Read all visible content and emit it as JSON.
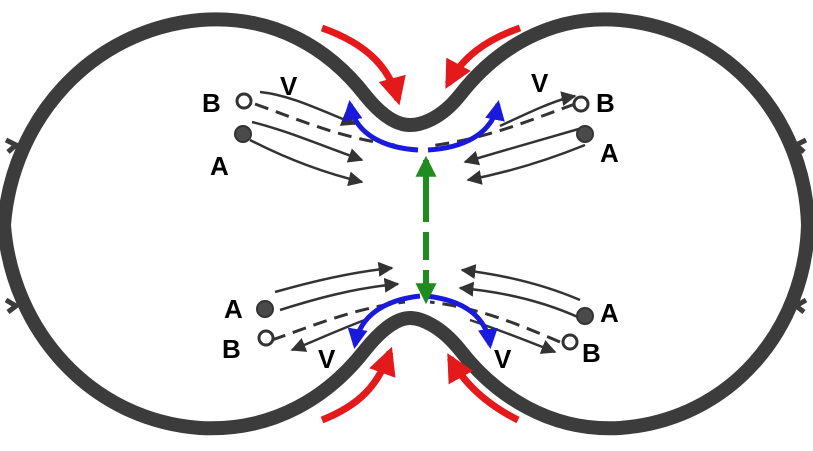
{
  "labels": {
    "top_left_B": "B",
    "top_left_V": "V",
    "top_left_A": "A",
    "top_right_V": "V",
    "top_right_B": "B",
    "top_right_A": "A",
    "bottom_left_A": "A",
    "bottom_left_B": "B",
    "bottom_left_V": "V",
    "bottom_right_V": "V",
    "bottom_right_A": "A",
    "bottom_right_B": "B"
  },
  "colors": {
    "outline": "#3c3c3c",
    "line": "#333333",
    "force_arrow": "#e3191c",
    "flow_arrow": "#1a1adc",
    "axis_arrow": "#1e8c1e",
    "background": "#ffffff"
  }
}
